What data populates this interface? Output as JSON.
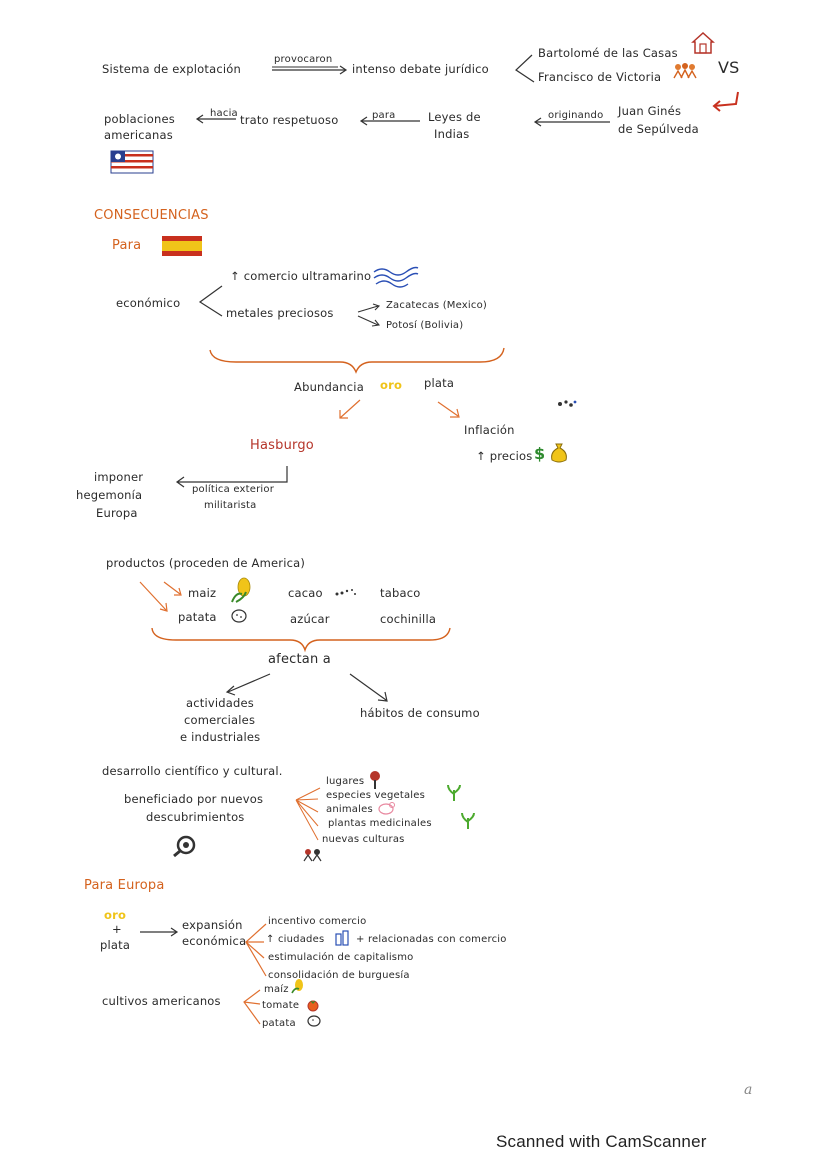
{
  "row1": {
    "sistema": "Sistema de explotación",
    "provocaron": "provocaron",
    "intenso": "intenso debate jurídico",
    "bartolome": "Bartolomé de las Casas",
    "francisco": "Francisco de Victoria",
    "vs": "VS"
  },
  "row2": {
    "poblaciones": "poblaciones",
    "americanas": "americanas",
    "hacia": "hacia",
    "trato": "trato respetuoso",
    "para": "para",
    "leyes1": "Leyes de",
    "leyes2": "Indias",
    "originando": "originando",
    "juan1": "Juan Ginés",
    "juan2": "de Sepúlveda"
  },
  "consecuencias": {
    "title": "CONSECUENCIAS",
    "para": "Para"
  },
  "economico": {
    "label": "económico",
    "comercio": "↑ comercio ultramarino",
    "metales": "metales preciosos",
    "zacatecas": "Zacatecas (Mexico)",
    "potosi": "Potosí (Bolivia)"
  },
  "abundancia": {
    "label": "Abundancia",
    "oro": "oro",
    "plata": "plata",
    "hasburgo": "Hasburgo",
    "inflacion": "Inflación",
    "precios": "↑ precios",
    "imponer1": "imponer",
    "imponer2": "hegemonía",
    "imponer3": "Europa",
    "politica1": "política exterior",
    "politica2": "militarista"
  },
  "productos": {
    "title": "productos (proceden de America)",
    "maiz": "maiz",
    "patata": "patata",
    "cacao": "cacao",
    "tabaco": "tabaco",
    "azucar": "azúcar",
    "cochinilla": "cochinilla",
    "afectan": "afectan a",
    "actividades1": "actividades",
    "actividades2": "comerciales",
    "actividades3": "e industriales",
    "habitos": "hábitos de consumo"
  },
  "desarrollo": {
    "title": "desarrollo científico y cultural.",
    "beneficiado1": "beneficiado por nuevos",
    "beneficiado2": "descubrimientos",
    "lugares": "lugares",
    "especies": "especies vegetales",
    "animales": "animales",
    "plantas": "plantas medicinales",
    "culturas": "nuevas culturas"
  },
  "europa": {
    "title": "Para Europa",
    "oro": "oro",
    "plus": "+",
    "plata": "plata",
    "expansion1": "expansión",
    "expansion2": "económica",
    "incentivo": "incentivo comercio",
    "ciudades": "↑ ciudades",
    "relacionadas": "+ relacionadas con comercio",
    "estimulacion": "estimulación de capitalismo",
    "consolidacion": "consolidación de burguesía",
    "cultivos": "cultivos americanos",
    "c_maiz": "maíz",
    "c_tomate": "tomate",
    "c_patata": "patata"
  },
  "corner_mark": "a",
  "footer": "Scanned with CamScanner"
}
